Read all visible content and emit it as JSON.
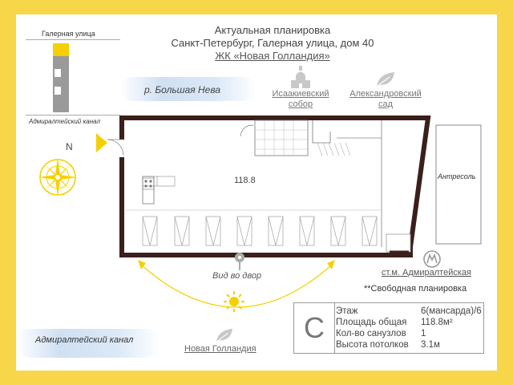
{
  "header": {
    "line1": "Актуальная планировка",
    "line2": "Санкт-Петербург, Галерная улица, дом 40",
    "line3": "ЖК «Новая Голландия»"
  },
  "minimap": {
    "street_label": "Галерная улица",
    "canal_label": "Адмиралтейский канал"
  },
  "compass": {
    "north_label": "N"
  },
  "landmarks": {
    "river": "р. Большая Нева",
    "cathedral": [
      "Исаакиевский",
      "собор"
    ],
    "garden": [
      "Александровский",
      "сад"
    ],
    "metro": "ст.м. Адмиралтейская",
    "courtyard": "Вид во двор",
    "canal": "Адмиралтейский канал",
    "new_holland": "Новая Голландия"
  },
  "plan": {
    "area_label": "118.8",
    "mezzanine_label": "Антресоль"
  },
  "note": "**Свободная планировка",
  "info": {
    "letter": "C",
    "rows": [
      {
        "key": "Этаж",
        "value": "6(мансарда)/6"
      },
      {
        "key": "Площадь общая",
        "value": "118.8м²"
      },
      {
        "key": "Кол-во санузлов",
        "value": "1"
      },
      {
        "key": "Высота потолков",
        "value": "3.1м"
      }
    ]
  },
  "colors": {
    "frame": "#f7d64a",
    "accent": "#f5d000",
    "wall": "#3a1f1a"
  },
  "icons": [
    "church-icon",
    "leaf-icon",
    "metro-icon",
    "pin-icon",
    "sun-icon",
    "compass-icon"
  ]
}
